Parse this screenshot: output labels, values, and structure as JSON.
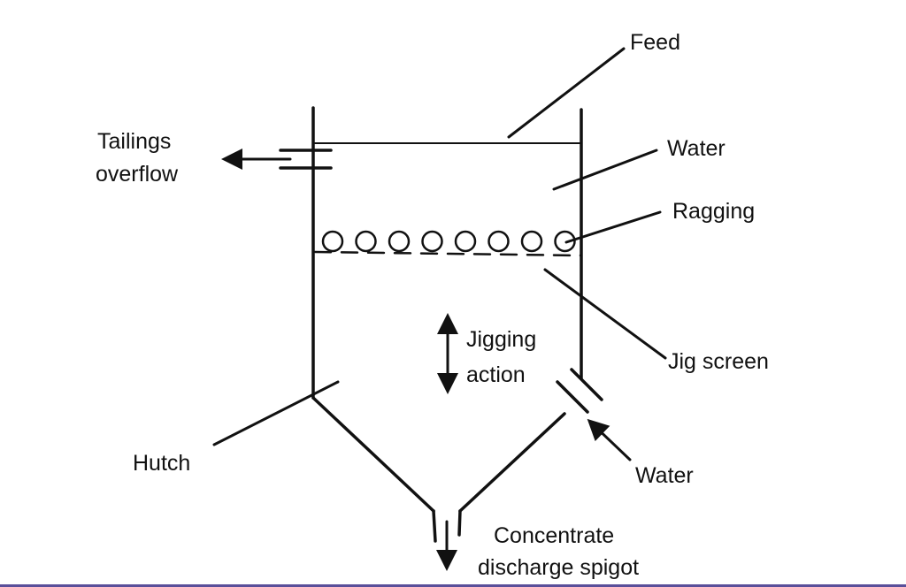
{
  "diagram": {
    "labels": {
      "feed": "Feed",
      "tailings_line1": "Tailings",
      "tailings_line2": "overflow",
      "water_top": "Water",
      "ragging": "Ragging",
      "jigging_line1": "Jigging",
      "jigging_line2": "action",
      "jig_screen": "Jig screen",
      "hutch": "Hutch",
      "water_bottom": "Water",
      "concentrate_line1": "Concentrate",
      "concentrate_line2": "discharge spigot"
    },
    "ragging_ball_count": 8,
    "stroke_color": "#111111"
  }
}
